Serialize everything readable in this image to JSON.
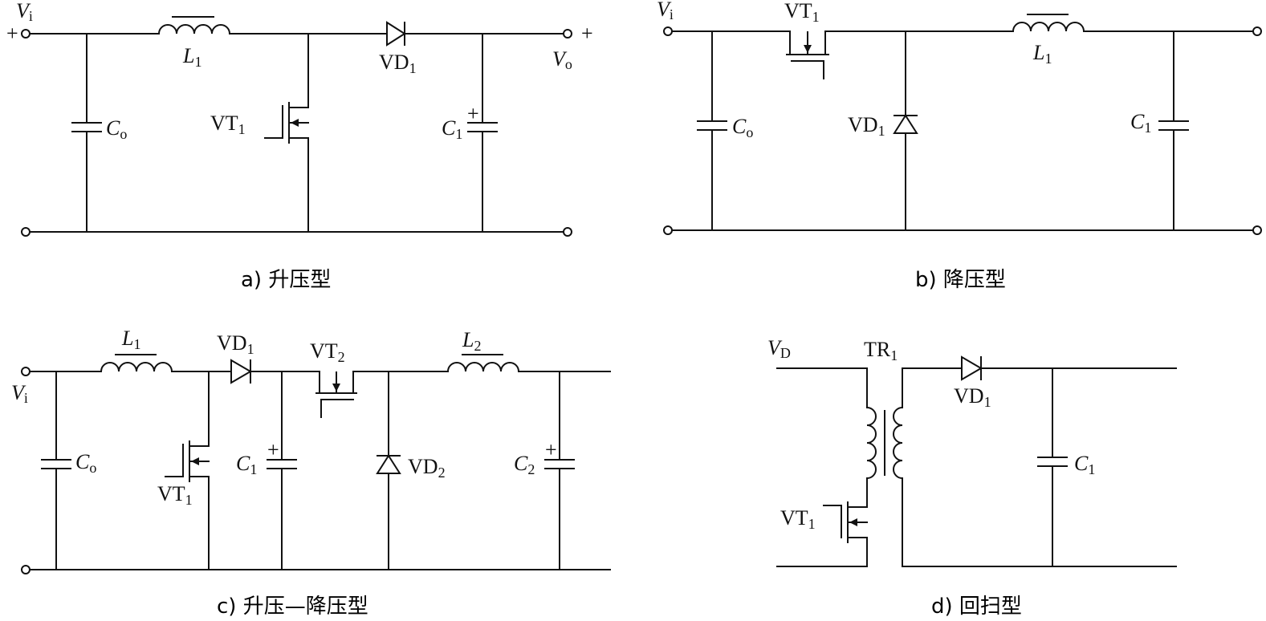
{
  "panels": {
    "a": {
      "caption": "a) 升压型",
      "vin_label": "V",
      "vin_sub": "i",
      "vout_label": "V",
      "vout_sub": "o",
      "plus": "+",
      "inductor": {
        "name": "L",
        "sub": "1"
      },
      "diode": {
        "name": "VD",
        "sub": "1"
      },
      "switch": {
        "name": "VT",
        "sub": "1"
      },
      "cap_in": {
        "name": "C",
        "sub": "o"
      },
      "cap_out": {
        "name": "C",
        "sub": "1"
      }
    },
    "b": {
      "caption": "b) 降压型",
      "vin_label": "V",
      "vin_sub": "i",
      "switch": {
        "name": "VT",
        "sub": "1"
      },
      "inductor": {
        "name": "L",
        "sub": "1"
      },
      "diode": {
        "name": "VD",
        "sub": "1"
      },
      "cap_in": {
        "name": "C",
        "sub": "o"
      },
      "cap_out": {
        "name": "C",
        "sub": "1"
      }
    },
    "c": {
      "caption": "c) 升压—降压型",
      "vin_label": "V",
      "vin_sub": "i",
      "inductor1": {
        "name": "L",
        "sub": "1"
      },
      "diode1": {
        "name": "VD",
        "sub": "1"
      },
      "switch2": {
        "name": "VT",
        "sub": "2"
      },
      "inductor2": {
        "name": "L",
        "sub": "2"
      },
      "cap_in": {
        "name": "C",
        "sub": "o"
      },
      "switch1": {
        "name": "VT",
        "sub": "1"
      },
      "cap1": {
        "name": "C",
        "sub": "1"
      },
      "diode2": {
        "name": "VD",
        "sub": "2"
      },
      "cap2": {
        "name": "C",
        "sub": "2"
      }
    },
    "d": {
      "caption": "d) 回扫型",
      "vd_label": "V",
      "vd_sub": "D",
      "transformer": {
        "name": "TR",
        "sub": "1"
      },
      "diode": {
        "name": "VD",
        "sub": "1"
      },
      "switch": {
        "name": "VT",
        "sub": "1"
      },
      "cap": {
        "name": "C",
        "sub": "1"
      }
    }
  }
}
